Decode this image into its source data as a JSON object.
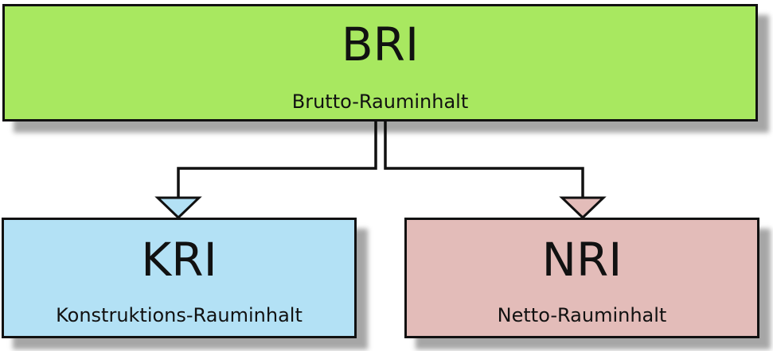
{
  "nodes": {
    "bri": {
      "abbr": "BRI",
      "label": "Brutto-Rauminhalt",
      "color": "#a8e860"
    },
    "kri": {
      "abbr": "KRI",
      "label": "Konstruktions-Rauminhalt",
      "color": "#b3e1f5"
    },
    "nri": {
      "abbr": "NRI",
      "label": "Netto-Rauminhalt",
      "color": "#e3bcb9"
    }
  },
  "edges": [
    {
      "from": "BRI",
      "to": "KRI"
    },
    {
      "from": "BRI",
      "to": "NRI"
    }
  ]
}
